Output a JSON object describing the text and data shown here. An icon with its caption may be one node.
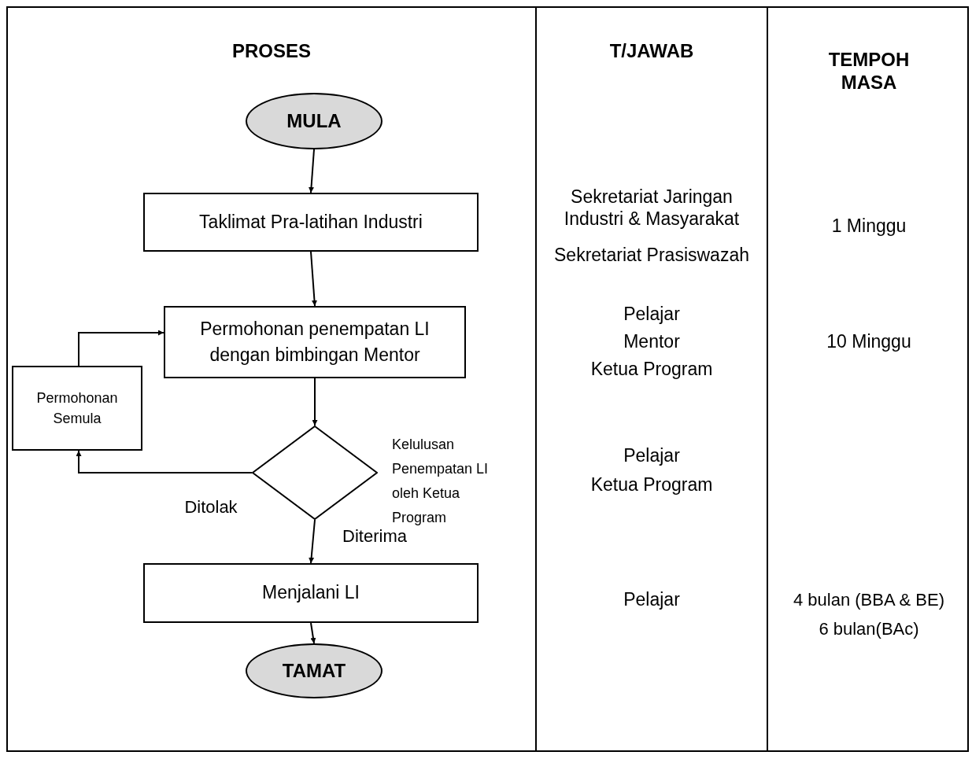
{
  "diagram": {
    "nodes": [
      {
        "text": [
          "MULA"
        ]
      },
      {
        "text": [
          "Taklimat Pra-latihan Industri"
        ]
      },
      {
        "text": [
          "Permohonan penempatan LI dengan bimbingan Mentor"
        ]
      },
      {
        "text": [],
        "shape": "diamond",
        "beside": [
          "Kelulusan Penempatan LI oleh Ketua Program"
        ]
      },
      {
        "text": [
          "Permohonan Semula"
        ]
      },
      {
        "text": [
          "Menjalani LI"
        ]
      },
      {
        "text": [
          "TAMAT"
        ]
      }
    ],
    "edges": [
      {
        "from": 0,
        "to": 1,
        "arrow": "to"
      },
      {
        "from": 1,
        "to": 2,
        "arrow": "to"
      },
      {
        "from": 2,
        "to": 3,
        "arrow": "to"
      },
      {
        "from": 3,
        "to": 5,
        "arrow": "to",
        "label": "Diterima"
      },
      {
        "from": 3,
        "to": 4,
        "arrow": "to",
        "label": "Ditolak"
      },
      {
        "from": 4,
        "to": 2,
        "arrow": "to"
      },
      {
        "from": 5,
        "to": 6,
        "arrow": "to"
      }
    ],
    "labels": [
      "PROSES",
      "T/JAWAB",
      "TEMPOH MASA",
      "Sekretariat Jaringan Industri & Masyarakat",
      "Sekretariat Prasiswazah",
      "1 Minggu",
      "Pelajar",
      "Mentor",
      "Ketua Program",
      "10 Minggu",
      "Pelajar",
      "Ketua Program",
      "Pelajar",
      "4 bulan (BBA & BE)",
      "6 bulan(BAc)"
    ]
  }
}
